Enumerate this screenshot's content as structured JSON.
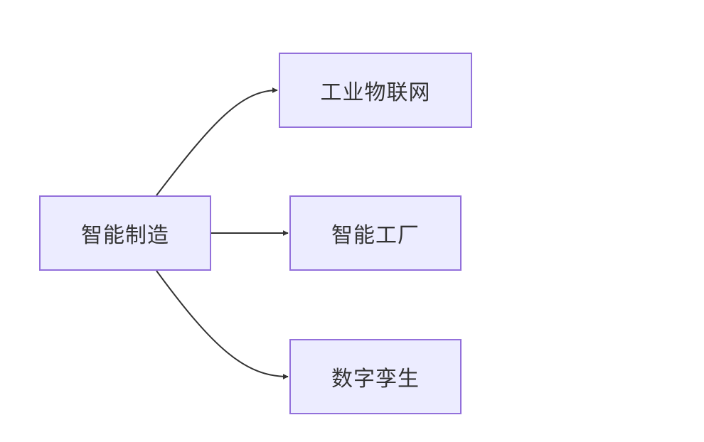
{
  "diagram": {
    "nodes": {
      "root": {
        "label": "智能制造"
      },
      "iot": {
        "label": "工业物联网"
      },
      "factory": {
        "label": "智能工厂"
      },
      "twin": {
        "label": "数字孪生"
      }
    },
    "edges": [
      {
        "from": "root",
        "to": "iot"
      },
      {
        "from": "root",
        "to": "factory"
      },
      {
        "from": "root",
        "to": "twin"
      }
    ],
    "colors": {
      "node_fill": "#ECECFF",
      "node_border": "#9370DB",
      "edge": "#333333",
      "text": "#333333"
    }
  }
}
